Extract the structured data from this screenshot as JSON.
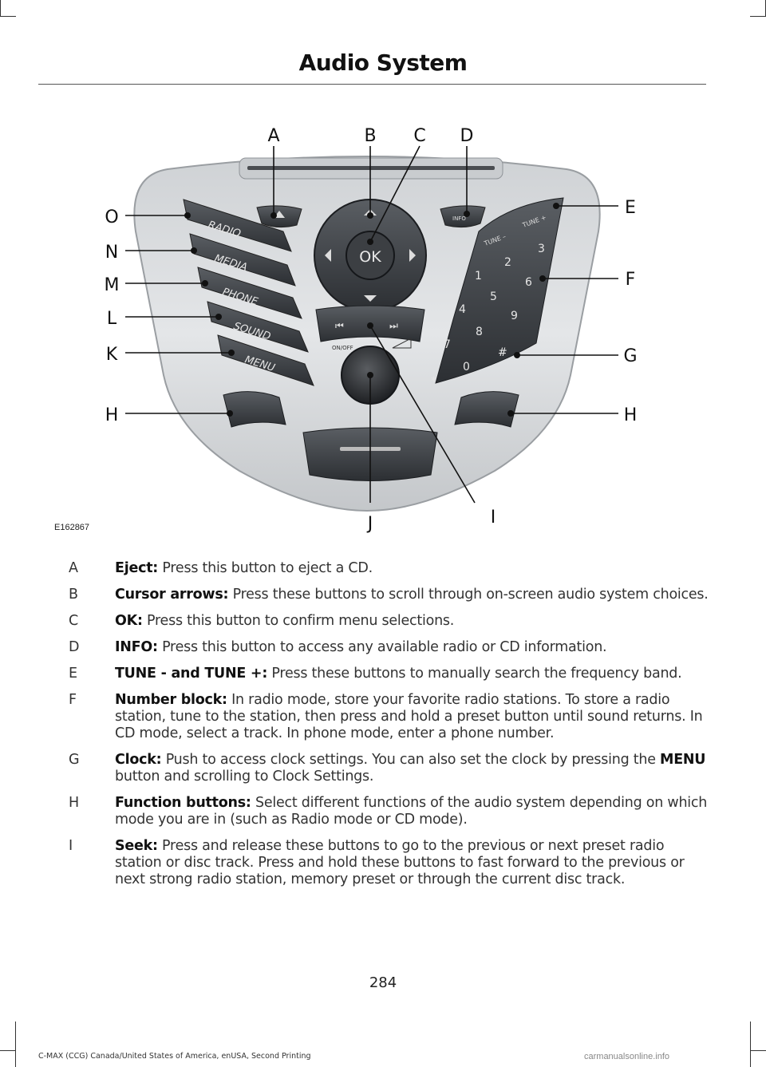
{
  "header": {
    "title": "Audio System"
  },
  "figure": {
    "id": "E162867",
    "callouts": [
      "A",
      "B",
      "C",
      "D",
      "E",
      "F",
      "G",
      "H",
      "H",
      "I",
      "J",
      "K",
      "L",
      "M",
      "N",
      "O"
    ],
    "buttons": {
      "radio": "RADIO",
      "media": "MEDIA",
      "phone": "PHONE",
      "sound": "SOUND",
      "menu": "MENU",
      "info": "INFO",
      "ok": "OK",
      "onoff": "ON/OFF",
      "tune_minus": "TUNE –",
      "tune_plus": "TUNE +"
    },
    "keys": [
      "1",
      "2",
      "3",
      "4",
      "5",
      "6",
      "7",
      "8",
      "9",
      "*",
      "0",
      "#"
    ]
  },
  "legend": [
    {
      "key": "A",
      "term": "Eject:",
      "desc": " Press this button to eject a CD."
    },
    {
      "key": "B",
      "term": "Cursor arrows:",
      "desc": " Press these buttons to scroll through on-screen audio system choices."
    },
    {
      "key": "C",
      "term": "OK:",
      "desc": " Press this button to confirm menu selections."
    },
    {
      "key": "D",
      "term": "INFO:",
      "desc": " Press this button to access any available radio or CD information."
    },
    {
      "key": "E",
      "term": "TUNE - and TUNE +:",
      "desc": " Press these buttons to manually search the frequency band."
    },
    {
      "key": "F",
      "term": "Number block:",
      "desc": " In radio mode, store your favorite radio stations. To store a radio station, tune to the station, then press and hold a preset button until sound returns. In CD mode, select a track. In phone mode, enter a phone number."
    },
    {
      "key": "G",
      "term": "Clock:",
      "desc": " Push to access clock settings. You can also set the clock by pressing the ",
      "term2": "MENU",
      "desc2": " button and scrolling to Clock Settings."
    },
    {
      "key": "H",
      "term": "Function buttons:",
      "desc": " Select different functions of the audio system depending on which mode you are in (such as Radio mode or CD mode)."
    },
    {
      "key": "I",
      "term": "Seek:",
      "desc": " Press and release these buttons to go to the previous or next preset radio station or disc track. Press and hold these buttons to fast forward to the previous or next strong radio station, memory preset or through the current disc track."
    }
  ],
  "page_number": "284",
  "footer": "C-MAX (CCG) Canada/United States of America, enUSA, Second Printing",
  "watermark": "carmanualsonline.info"
}
